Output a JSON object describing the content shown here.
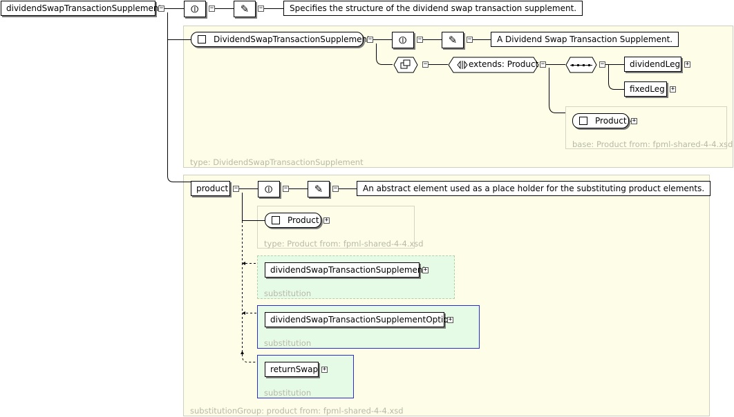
{
  "root": {
    "name": "dividendSwapTransactionSupplement",
    "documentation": "Specifies the structure of the dividend swap transaction supplement."
  },
  "type_panel": {
    "complex_type": "DividendSwapTransactionSupplement",
    "documentation": "A Dividend Swap Transaction Supplement.",
    "extends_label": "extends: Product",
    "children": [
      "dividendLeg",
      "fixedLeg"
    ],
    "base_type": "Product",
    "base_caption": "base: Product from: fpml-shared-4-4.xsd",
    "caption": "type: DividendSwapTransactionSupplement"
  },
  "product_panel": {
    "name": "product",
    "documentation": "An abstract element used as a place holder for the substituting product elements.",
    "type_name": "Product",
    "type_caption": "type: Product from: fpml-shared-4-4.xsd",
    "substitutions": [
      {
        "name": "dividendSwapTransactionSupplement",
        "caption": "substitution"
      },
      {
        "name": "dividendSwapTransactionSupplementOption",
        "caption": "substitution"
      },
      {
        "name": "returnSwap",
        "caption": "substitution"
      }
    ],
    "caption": "substitutionGroup: product from: fpml-shared-4-4.xsd"
  },
  "icons": {
    "annotation": "paperclip-icon",
    "documentation": "scroll-icon",
    "complex_content": "extension-icon",
    "sequence": "sequence-icon",
    "toggle": "minus-plus-toggle"
  }
}
